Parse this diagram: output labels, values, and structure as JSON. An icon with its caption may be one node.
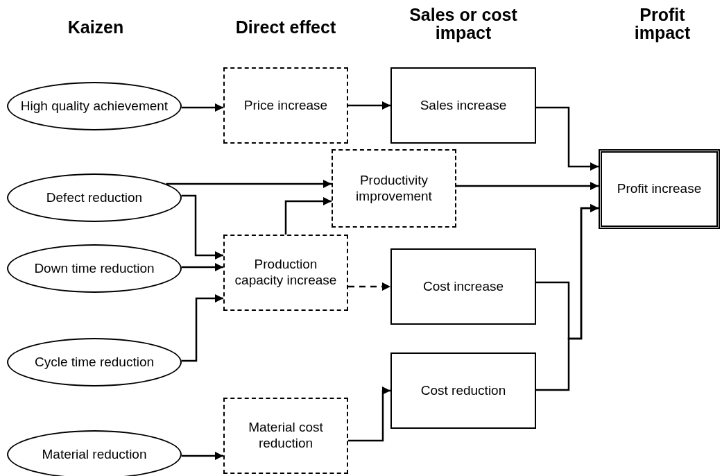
{
  "diagram": {
    "nodes": [
      {
        "text": [
          "High quality achievement"
        ]
      },
      {
        "text": [
          "Defect reduction"
        ]
      },
      {
        "text": [
          "Down time reduction"
        ]
      },
      {
        "text": [
          "Cycle time reduction"
        ]
      },
      {
        "text": [
          "Material reduction"
        ]
      },
      {
        "text": [
          "Price increase"
        ]
      },
      {
        "text": [
          "Productivity improvement"
        ]
      },
      {
        "text": [
          "Production capacity increase"
        ]
      },
      {
        "text": [
          "Material cost reduction"
        ]
      },
      {
        "text": [
          "Sales increase"
        ]
      },
      {
        "text": [
          "Cost increase"
        ]
      },
      {
        "text": [
          "Cost reduction"
        ]
      },
      {
        "text": [
          "Profit increase"
        ]
      }
    ],
    "edges": [
      {
        "from": 0,
        "to": 5,
        "arrow": "to"
      },
      {
        "from": 5,
        "to": 9,
        "arrow": "to"
      },
      {
        "from": 9,
        "to": 12,
        "arrow": "to"
      },
      {
        "from": 1,
        "to": 6,
        "arrow": "to"
      },
      {
        "from": 6,
        "to": 12,
        "arrow": "to"
      },
      {
        "from": 1,
        "to": 7,
        "arrow": "to"
      },
      {
        "from": 7,
        "to": 6,
        "arrow": "to"
      },
      {
        "from": 2,
        "to": 7,
        "arrow": "to"
      },
      {
        "from": 3,
        "to": 7,
        "arrow": "to"
      },
      {
        "from": 7,
        "to": 10,
        "arrow": "to",
        "style": "dashed"
      },
      {
        "from": 10,
        "to": 12,
        "arrow": "to"
      },
      {
        "from": 11,
        "to": 12,
        "arrow": "to"
      },
      {
        "from": 4,
        "to": 8,
        "arrow": "to"
      },
      {
        "from": 8,
        "to": 11,
        "arrow": "to"
      }
    ],
    "labels": [
      "Kaizen",
      "Direct effect",
      "Sales or cost impact",
      "Profit impact"
    ]
  }
}
